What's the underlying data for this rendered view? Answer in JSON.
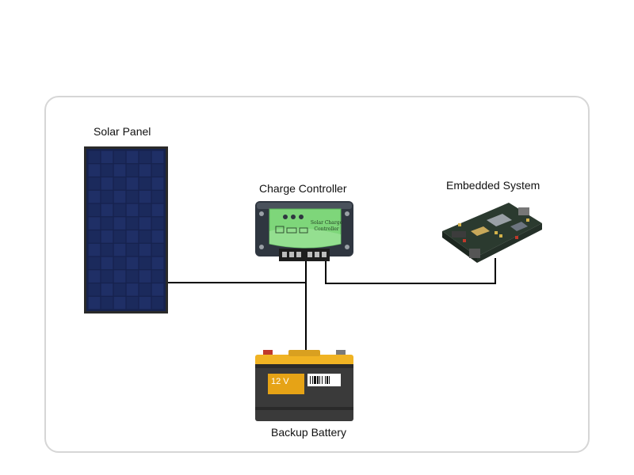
{
  "diagram": {
    "solar_panel": {
      "label": "Solar Panel"
    },
    "charge_controller": {
      "label": "Charge Controller",
      "face_text_1": "Solar Charge",
      "face_text_2": "Controller"
    },
    "embedded_system": {
      "label": "Embedded System"
    },
    "backup_battery": {
      "label": "Backup Battery",
      "voltage_label": "12 V"
    }
  },
  "colors": {
    "panel_cell": "#1b2a5c",
    "panel_frame": "#2a2a2a",
    "controller_body": "#2f3640",
    "controller_face": "#7ed67a",
    "battery_body": "#3a3a3a",
    "battery_top": "#f0b323",
    "battery_label": "#e6a316",
    "pcb": "#2b3a2f",
    "wire": "#000000",
    "frame_border": "#d6d6d6"
  }
}
